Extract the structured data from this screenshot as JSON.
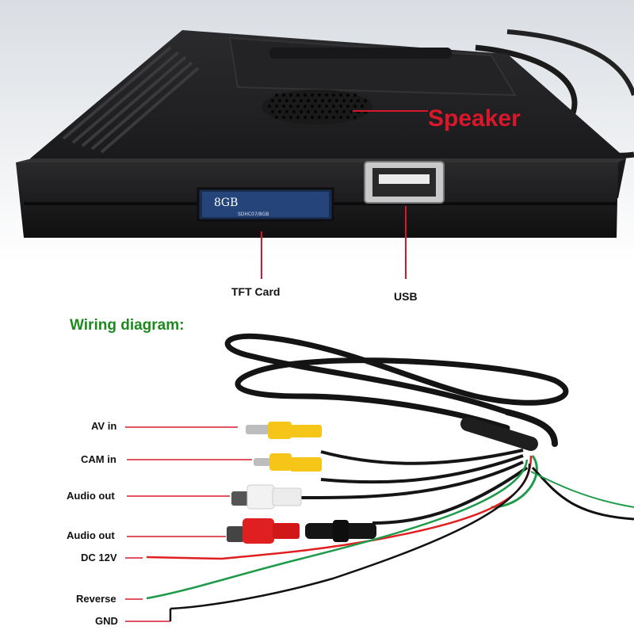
{
  "product": {
    "speaker_label": "Speaker",
    "tft_label": "TFT Card",
    "usb_label": "USB",
    "sd_card_text": "8GB",
    "sd_card_subtext": "SDHC07/8GB"
  },
  "wiring": {
    "title": "Wiring diagram:",
    "connectors": [
      {
        "label": "AV in",
        "color": "#f5c518"
      },
      {
        "label": "CAM in",
        "color": "#f5c518"
      },
      {
        "label": "Audio out",
        "color": "#f2f2f2"
      },
      {
        "label": "Audio out",
        "color": "#e02020"
      },
      {
        "label": "DC 12V",
        "color": "#e02020"
      },
      {
        "label": "Reverse",
        "color": "#1f9a4a"
      },
      {
        "label": "GND",
        "color": "#111111"
      }
    ]
  },
  "colors": {
    "callout_line": "#d8182a",
    "speaker_text": "#d8182a",
    "title_green": "#1d8a1d",
    "device_body": "#1c1c1e"
  }
}
